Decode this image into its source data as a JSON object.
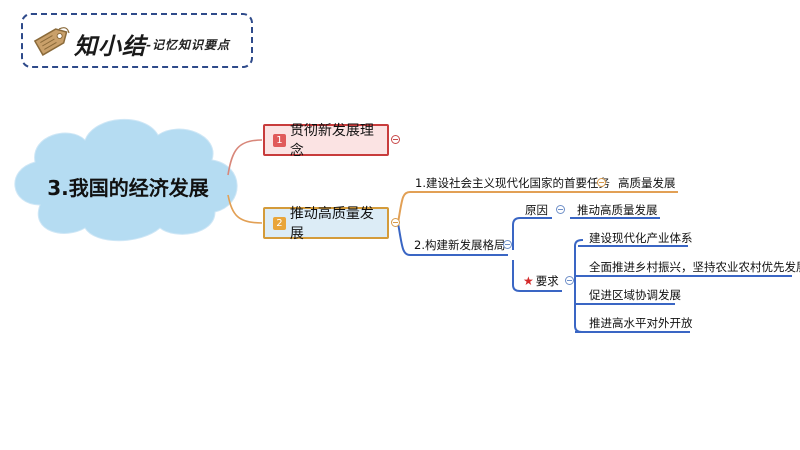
{
  "header": {
    "title": "知小结",
    "subtitle": "-记忆知识要点"
  },
  "mindmap": {
    "root": "3.我国的经济发展",
    "branch1": {
      "num": "1",
      "label": "贯彻新发展理念"
    },
    "branch2": {
      "num": "2",
      "label": "推动高质量发展",
      "child1": {
        "label": "1.建设社会主义现代化国家的首要任务",
        "leaf": "高质量发展"
      },
      "child2": {
        "label": "2.构建新发展格局",
        "reason": {
          "label": "原因",
          "leaf": "推动高质量发展"
        },
        "requirement": {
          "label": "要求",
          "items": [
            "建设现代化产业体系",
            "全面推进乡村振兴，坚持农业农村优先发展",
            "促进区域协调发展",
            "推进高水平对外开放"
          ]
        }
      }
    }
  },
  "colors": {
    "branch1_border": "#c83c3c",
    "branch1_fill": "#fbe3e3",
    "branch2_border": "#d49b3a",
    "branch2_fill": "#dcecf6",
    "cloud_fill": "#b5dcf2",
    "header_border": "#2e4a8a",
    "line_orange": "#e2a055",
    "line_blue": "#3a66c4"
  }
}
